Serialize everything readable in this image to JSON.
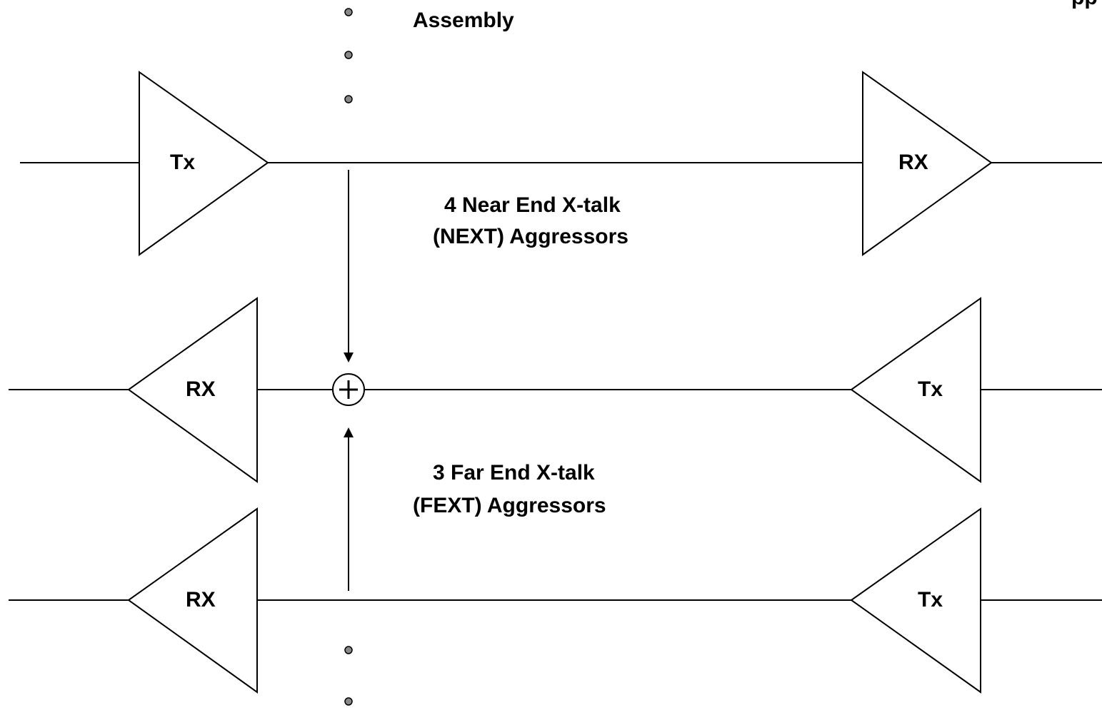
{
  "diagram": {
    "top_label": "Assembly",
    "clipped_top_right_label": "pp",
    "top_amplifier_left": "Tx",
    "top_amplifier_right": "RX",
    "middle_amplifier_left": "RX",
    "middle_amplifier_right": "Tx",
    "bottom_amplifier_left": "RX",
    "bottom_amplifier_right": "Tx",
    "next_label_line1": "4 Near End X-talk",
    "next_label_line2": "(NEXT) Aggressors",
    "fext_label_line1": "3 Far End X-talk",
    "fext_label_line2": "(FEXT) Aggressors",
    "summing_node_symbol": "+"
  }
}
